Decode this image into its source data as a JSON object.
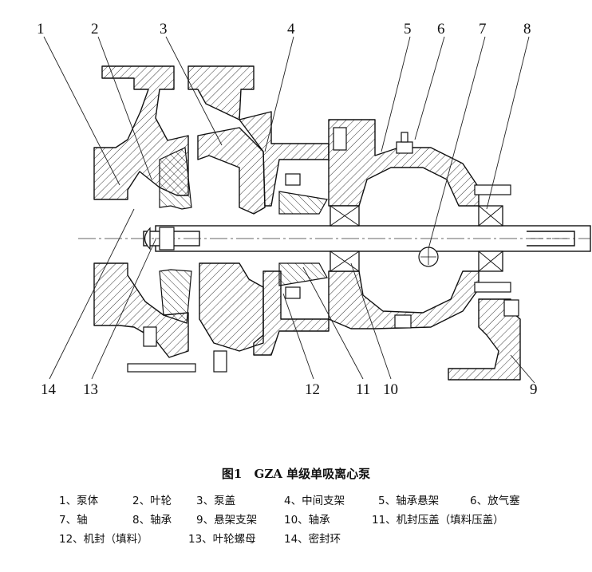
{
  "figure": {
    "number": "图1",
    "title": "GZA 单级单吸离心泵"
  },
  "callouts": [
    "1",
    "2",
    "3",
    "4",
    "5",
    "6",
    "7",
    "8",
    "9",
    "10",
    "11",
    "12",
    "13",
    "14"
  ],
  "legend": [
    [
      "1、泵体",
      "2、叶轮",
      "3、泵盖",
      "4、中间支架",
      "5、轴承悬架",
      "6、放气塞"
    ],
    [
      "7、轴",
      "8、轴承",
      "9、悬架支架",
      "10、轴承",
      "11、机封压盖（填料压盖）"
    ],
    [
      "12、机封（填料）",
      "13、叶轮螺母",
      "14、密封环"
    ]
  ]
}
